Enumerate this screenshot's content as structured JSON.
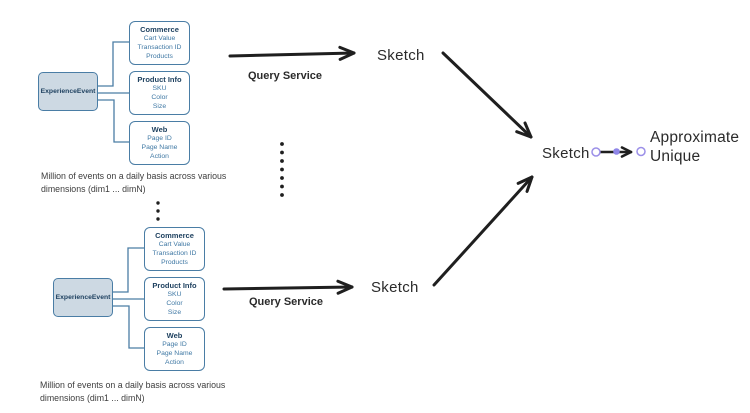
{
  "colors": {
    "background": "#ffffff",
    "box_border": "#4a7da5",
    "event_fill": "#cdd9e3",
    "box_fill": "#ffffff",
    "title_text": "#1c3f5e",
    "attr_text": "#3f78a4",
    "connector_blue": "#4a7da5",
    "arrow": "#1f1f1f",
    "label_text": "#2b2b2b",
    "caption_text": "#3d3d3d",
    "handle_stroke": "#9b8fe8",
    "handle_fill": "#ffffff",
    "midpoint_fill": "#8f86e8"
  },
  "clusters": [
    {
      "event_label": "ExperienceEvent",
      "boxes": [
        {
          "title": "Commerce",
          "attrs": [
            "Cart Value",
            "Transaction ID",
            "Products"
          ]
        },
        {
          "title": "Product Info",
          "attrs": [
            "SKU",
            "Color",
            "Size"
          ]
        },
        {
          "title": "Web",
          "attrs": [
            "Page ID",
            "Page Name",
            "Action"
          ]
        }
      ],
      "caption": {
        "line1": "Million of events on a daily basis across various",
        "line2": "dimensions (dim1 ... dimN)"
      },
      "query_label": "Query Service",
      "sketch_label": "Sketch"
    },
    {
      "event_label": "ExperienceEvent",
      "boxes": [
        {
          "title": "Commerce",
          "attrs": [
            "Cart Value",
            "Transaction ID",
            "Products"
          ]
        },
        {
          "title": "Product Info",
          "attrs": [
            "SKU",
            "Color",
            "Size"
          ]
        },
        {
          "title": "Web",
          "attrs": [
            "Page ID",
            "Page Name",
            "Action"
          ]
        }
      ],
      "caption": {
        "line1": "Million of events on a daily basis across various",
        "line2": "dimensions (dim1 ... dimN)"
      },
      "query_label": "Query Service",
      "sketch_label": "Sketch"
    }
  ],
  "merge": {
    "sketch_label": "Sketch",
    "result_label": "Approximate Unique"
  }
}
